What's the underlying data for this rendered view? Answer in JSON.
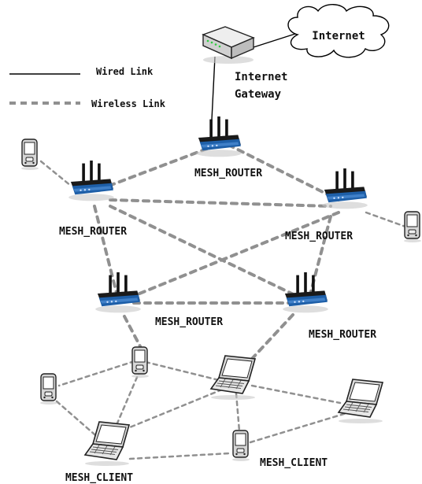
{
  "legend": {
    "wired_label": "Wired Link",
    "wireless_label": "Wireless Link"
  },
  "internet": {
    "label": "Internet"
  },
  "gateway": {
    "label_line1": "Internet",
    "label_line2": "Gateway"
  },
  "routers": [
    {
      "id": "r-top",
      "label": "MESH_ROUTER"
    },
    {
      "id": "r-left",
      "label": "MESH_ROUTER"
    },
    {
      "id": "r-right",
      "label": "MESH_ROUTER"
    },
    {
      "id": "r-mid-left",
      "label": "MESH_ROUTER"
    },
    {
      "id": "r-mid-right",
      "label": "MESH_ROUTER"
    }
  ],
  "client_labels": [
    {
      "id": "client-label-left",
      "label": "MESH_CLIENT"
    },
    {
      "id": "client-label-right",
      "label": "MESH_CLIENT"
    }
  ],
  "colors": {
    "wireless_link": "#909090",
    "wired_link": "#000000",
    "router_body": "#1a1a1a",
    "router_accent": "#1e5fa8",
    "device_fill": "#d4d4d4"
  }
}
